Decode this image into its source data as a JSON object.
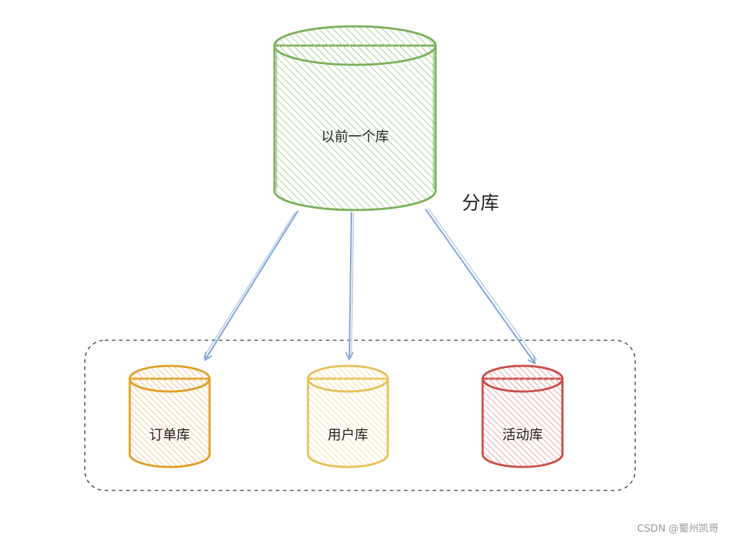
{
  "diagram": {
    "source_db": {
      "label": "以前一个库",
      "stroke_color": "#7fb05d",
      "fill_color": "#a9d39a"
    },
    "split_label": "分库",
    "arrow_color": "#86a9d9",
    "group_border_color": "#555555",
    "target_dbs": [
      {
        "label": "订单库",
        "stroke_color": "#e0a12a",
        "fill_color": "#f6c98f"
      },
      {
        "label": "用户库",
        "stroke_color": "#e6c25a",
        "fill_color": "#f7e0a0"
      },
      {
        "label": "活动库",
        "stroke_color": "#c9504b",
        "fill_color": "#eba5a5"
      }
    ]
  },
  "watermark": "CSDN @蜀州凯哥"
}
